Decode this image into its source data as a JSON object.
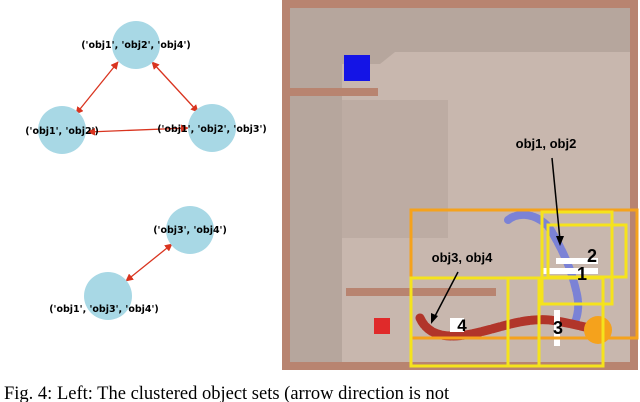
{
  "graph": {
    "nodes": [
      {
        "id": "n1",
        "label": "('obj1', 'obj2', 'obj4')"
      },
      {
        "id": "n2",
        "label": "('obj1', 'obj2')"
      },
      {
        "id": "n3",
        "label": "('obj1', 'obj2', 'obj3')"
      },
      {
        "id": "n4",
        "label": "('obj3', 'obj4')"
      },
      {
        "id": "n5",
        "label": "('obj1', 'obj3', 'obj4')"
      }
    ],
    "node_color": "#a8d8e5",
    "edge_color": "#d9341f"
  },
  "scene": {
    "box_labels": {
      "b1": "1",
      "b2": "2",
      "b3": "3",
      "b4": "4"
    },
    "callouts": {
      "top": "obj1, obj2",
      "left": "obj3, obj4"
    },
    "colors": {
      "box": "#f5e31c",
      "outer_box": "#f5a21c",
      "wall": "#b88470",
      "floor": "#c8b7ae",
      "blue_block": "#1414e6",
      "red_block": "#e02a2a",
      "cable_blue": "#7b82d6",
      "cable_red": "#b1352a"
    }
  },
  "caption": "Fig. 4: Left: The clustered object sets (arrow direction is not"
}
